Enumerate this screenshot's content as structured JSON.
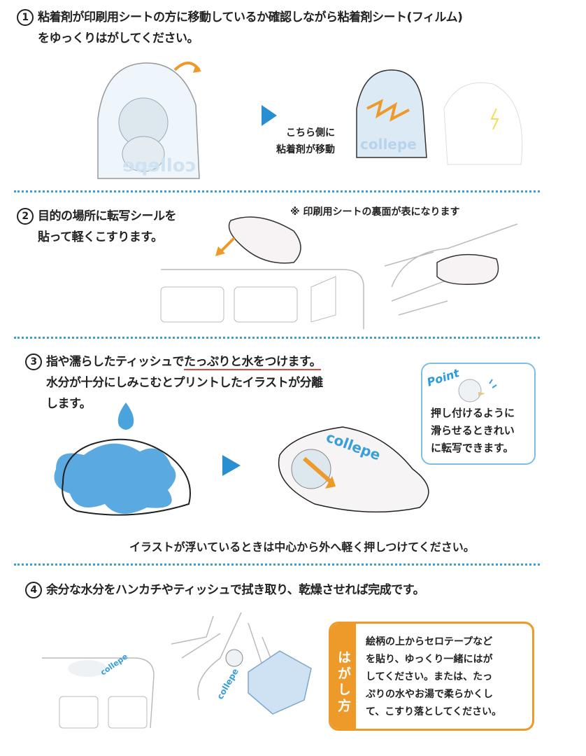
{
  "steps": [
    {
      "number": "1",
      "lines": [
        "粘着剤が印刷用シートの方に移動しているか確認しながら粘着剤シート(フィルム)",
        "をゆっくりはがしてください。"
      ],
      "callout": [
        "こちら側に",
        "粘着剤が移動"
      ]
    },
    {
      "number": "2",
      "lines": [
        "目的の場所に転写シールを",
        "貼って軽くこすります。"
      ],
      "note": "※ 印刷用シートの裏面が表になります"
    },
    {
      "number": "3",
      "lines_prefix": "指や濡らしたティッシュで",
      "emphasis": "たっぷりと水をつけます。",
      "lines": [
        "水分が十分にしみこむとプリントしたイラストが分離",
        "します。"
      ],
      "note": "イラストが浮いているときは中心から外へ軽く押しつけてください。"
    },
    {
      "number": "4",
      "lines": [
        "余分な水分をハンカチやティッシュで拭き取り、乾燥させれば完成です。"
      ]
    }
  ],
  "point_box": {
    "label": "Point",
    "lines": [
      "押し付けるように",
      "滑らせるときれい",
      "に転写できます。"
    ]
  },
  "howto_box": {
    "title": "はがし方",
    "lines": [
      "絵柄の上からセロテープなど",
      "を貼り、ゆっくり一緒にはが",
      "してください。または、たっ",
      "ぷりの水やお湯で柔らかくし",
      "て、こすり落としてください。"
    ]
  },
  "logo_text": "collepe",
  "colors": {
    "accent_blue": "#3a9fd8",
    "accent_orange": "#ee9a2a",
    "emphasis_underline": "#e0463a"
  }
}
